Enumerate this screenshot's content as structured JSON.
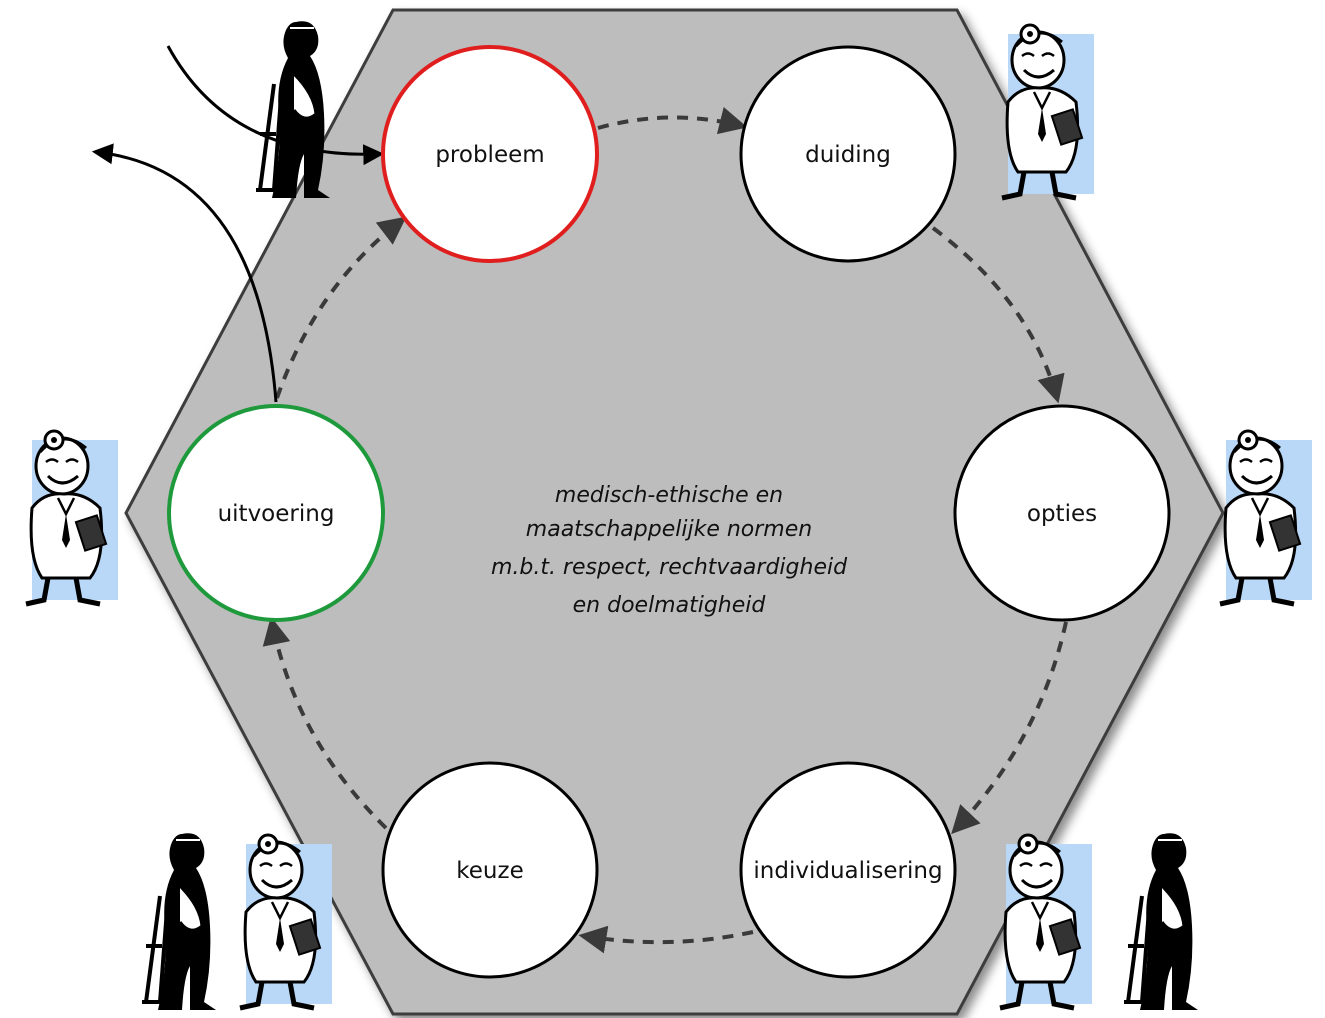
{
  "nodes": [
    {
      "id": "probleem",
      "label": "probleem",
      "border": "#e01e1e"
    },
    {
      "id": "duiding",
      "label": "duiding",
      "border": "#000000"
    },
    {
      "id": "opties",
      "label": "opties",
      "border": "#000000"
    },
    {
      "id": "individualisering",
      "label": "individualisering",
      "border": "#000000"
    },
    {
      "id": "keuze",
      "label": "keuze",
      "border": "#000000"
    },
    {
      "id": "uitvoering",
      "label": "uitvoering",
      "border": "#1e9a3c"
    }
  ],
  "center_text": {
    "line1": "medisch-ethische en",
    "line2": "maatschappelijke normen",
    "line3": "m.b.t. respect, rechtvaardigheid",
    "line4": "en doelmatigheid"
  },
  "colors": {
    "hexagon_fill": "#bdbdbd",
    "node_fill": "#ffffff",
    "arrow": "#3a3a3a"
  },
  "figures": [
    {
      "kind": "doctor-icon"
    },
    {
      "kind": "doctor-icon"
    },
    {
      "kind": "doctor-icon"
    },
    {
      "kind": "doctor-icon"
    },
    {
      "kind": "doctor-icon"
    },
    {
      "kind": "doctor-icon"
    },
    {
      "kind": "patient-icon"
    },
    {
      "kind": "patient-icon"
    },
    {
      "kind": "patient-icon"
    }
  ]
}
